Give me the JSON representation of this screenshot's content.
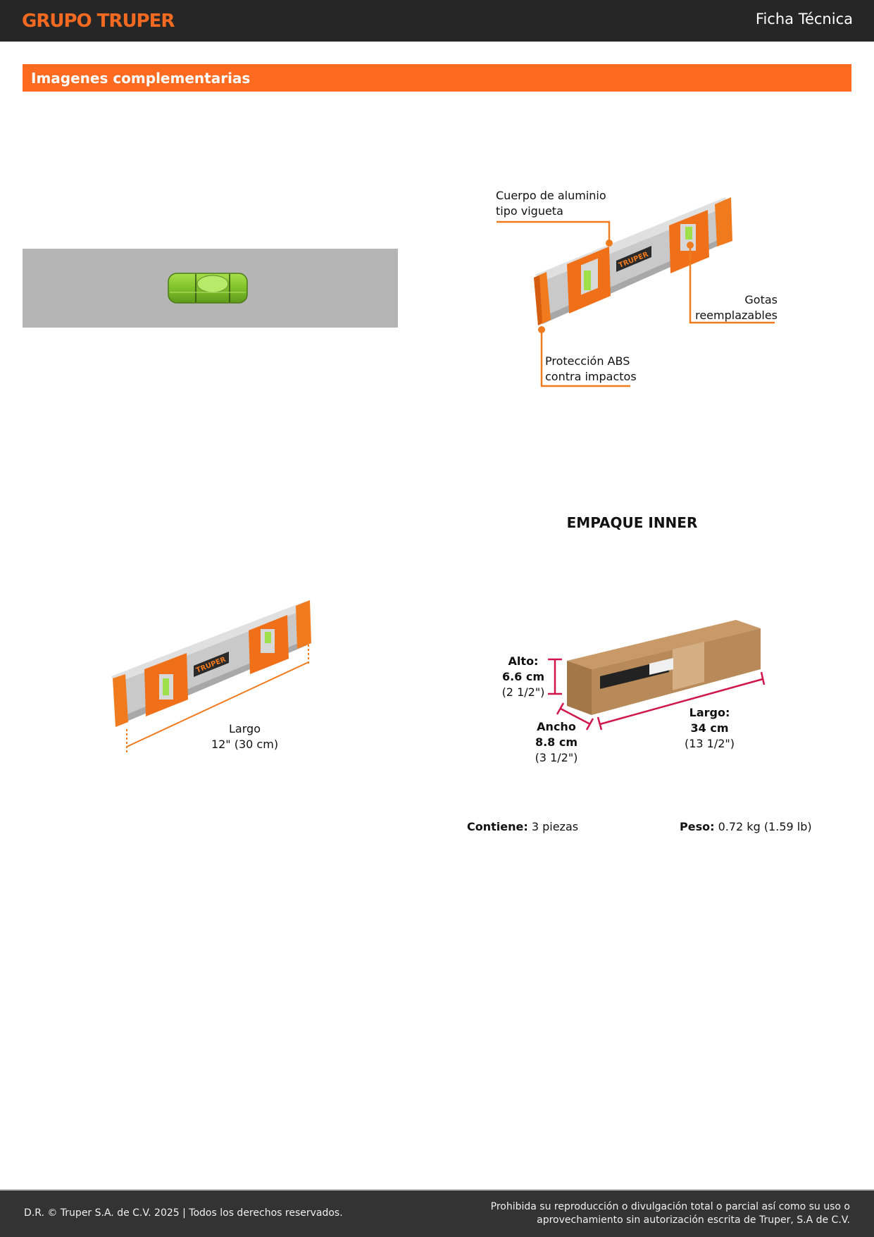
{
  "header": {
    "logo": "GRUPO TRUPER",
    "doc_type": "Ficha Técnica"
  },
  "section": {
    "title": "Imagenes complementarias"
  },
  "colors": {
    "brand_orange": "#ff6a21",
    "header_bg": "#262626",
    "footer_bg": "#333333",
    "dimension_red": "#d0164a"
  },
  "image_features": {
    "callouts": [
      {
        "line1": "Cuerpo de aluminio",
        "line2": "tipo vigueta"
      },
      {
        "line1": "Gotas",
        "line2": "reemplazables"
      },
      {
        "line1": "Protección ABS",
        "line2": "contra impactos"
      }
    ],
    "brand_on_product": "TRUPER"
  },
  "image_length": {
    "label": "Largo",
    "value": "12\" (30 cm)"
  },
  "packaging": {
    "title": "EMPAQUE INNER",
    "alto": {
      "label": "Alto:",
      "cm": "6.6 cm",
      "in": "(2 1/2\")"
    },
    "ancho": {
      "label": "Ancho",
      "cm": "8.8 cm",
      "in": "(3 1/2\")"
    },
    "largo": {
      "label": "Largo:",
      "cm": "34 cm",
      "in": "(13 1/2\")"
    },
    "contiene_label": "Contiene:",
    "contiene_value": "3 piezas",
    "peso_label": "Peso:",
    "peso_value": "0.72 kg (1.59 lb)"
  },
  "footer": {
    "left": "D.R. © Truper S.A. de C.V. 2025 | Todos los derechos reservados.",
    "right_line1": "Prohibida su reproducción o divulgación total o parcial así como su uso o",
    "right_line2": "aprovechamiento sin autorización escrita de Truper, S.A de C.V."
  }
}
